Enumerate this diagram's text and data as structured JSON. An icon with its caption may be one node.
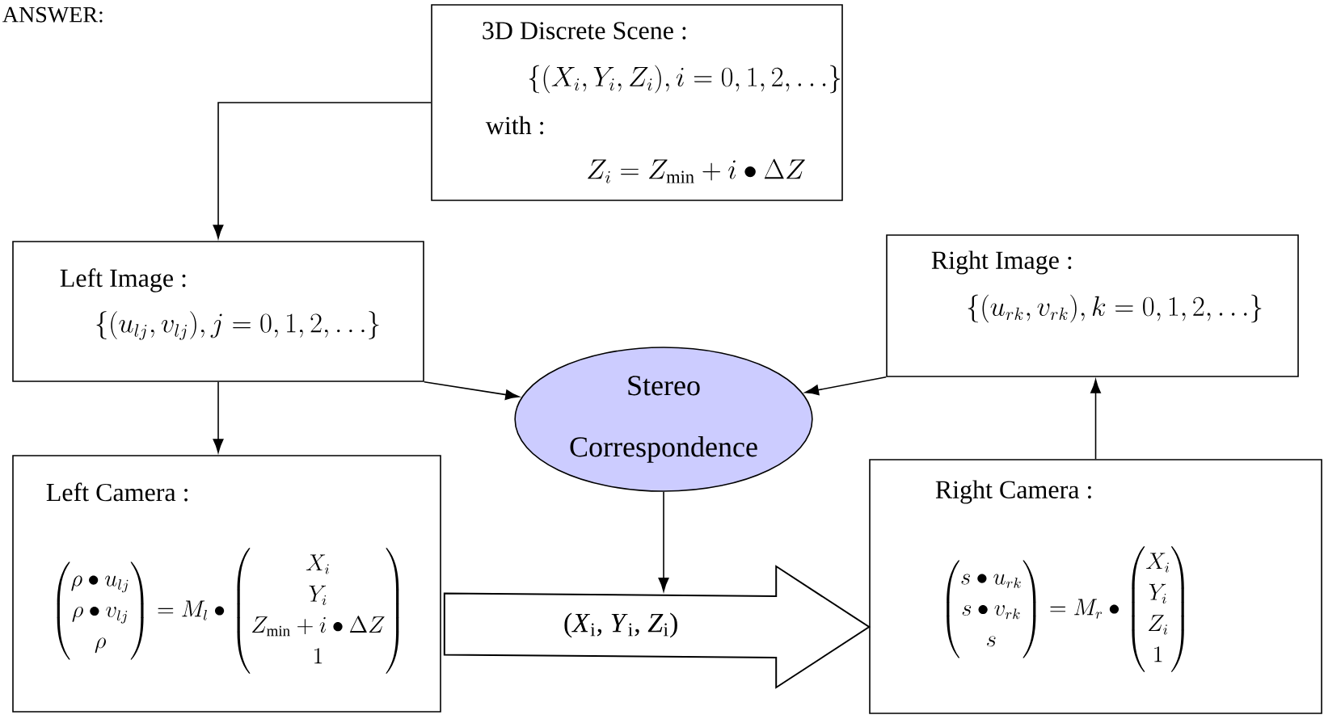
{
  "diagram": {
    "nodes": [
      {
        "text": [
          "3D Discrete Scene :",
          "\\{(X_i,Y_i,Z_i), i=0,1,2,\\ldots\\}",
          "with :",
          "Z_i = Z_{\\min} + i \\bullet \\Delta Z"
        ]
      },
      {
        "text": [
          "Left Image :",
          "\\{(u_{lj},v_{lj}), j=0,1,2,\\ldots\\}"
        ]
      },
      {
        "text": [
          "Right Image :",
          "\\{(u_{rk},v_{rk}), k=0,1,2,\\ldots\\}"
        ]
      },
      {
        "text": [
          "Stereo Correspondence"
        ]
      },
      {
        "text": [
          "Left Camera :",
          "\\begin{pmatrix}\\rho\\bullet u_{lj}\\\\ \\rho\\bullet v_{lj}\\\\ \\rho\\end{pmatrix} = M_l \\bullet \\begin{pmatrix}X_i\\\\ Y_i\\\\ Z_{\\min}+i\\bullet\\Delta Z\\\\ 1\\end{pmatrix}"
        ]
      },
      {
        "text": [
          "Right Camera :",
          "\\begin{pmatrix}s\\bullet u_{rk}\\\\ s\\bullet v_{rk}\\\\ s\\end{pmatrix} = M_r \\bullet \\begin{pmatrix}X_i\\\\ Y_i\\\\ Z_i\\\\ 1\\end{pmatrix}"
        ]
      }
    ],
    "edges": [
      {
        "from": 0,
        "to": 1,
        "arrow": "to"
      },
      {
        "from": 1,
        "to": 4,
        "arrow": "to"
      },
      {
        "from": 1,
        "to": 3,
        "arrow": "to"
      },
      {
        "from": 2,
        "to": 3,
        "arrow": "to"
      },
      {
        "from": 5,
        "to": 2,
        "arrow": "to"
      },
      {
        "from": 3,
        "to": null,
        "arrow": "to"
      },
      {
        "from": 4,
        "to": 5,
        "arrow": "to",
        "label": "(*X*$_{i}$, *Y*$_{i}$, *Z*$_{i}$)",
        "style": "thick"
      }
    ],
    "labels": [
      "ANSWER:"
    ]
  }
}
